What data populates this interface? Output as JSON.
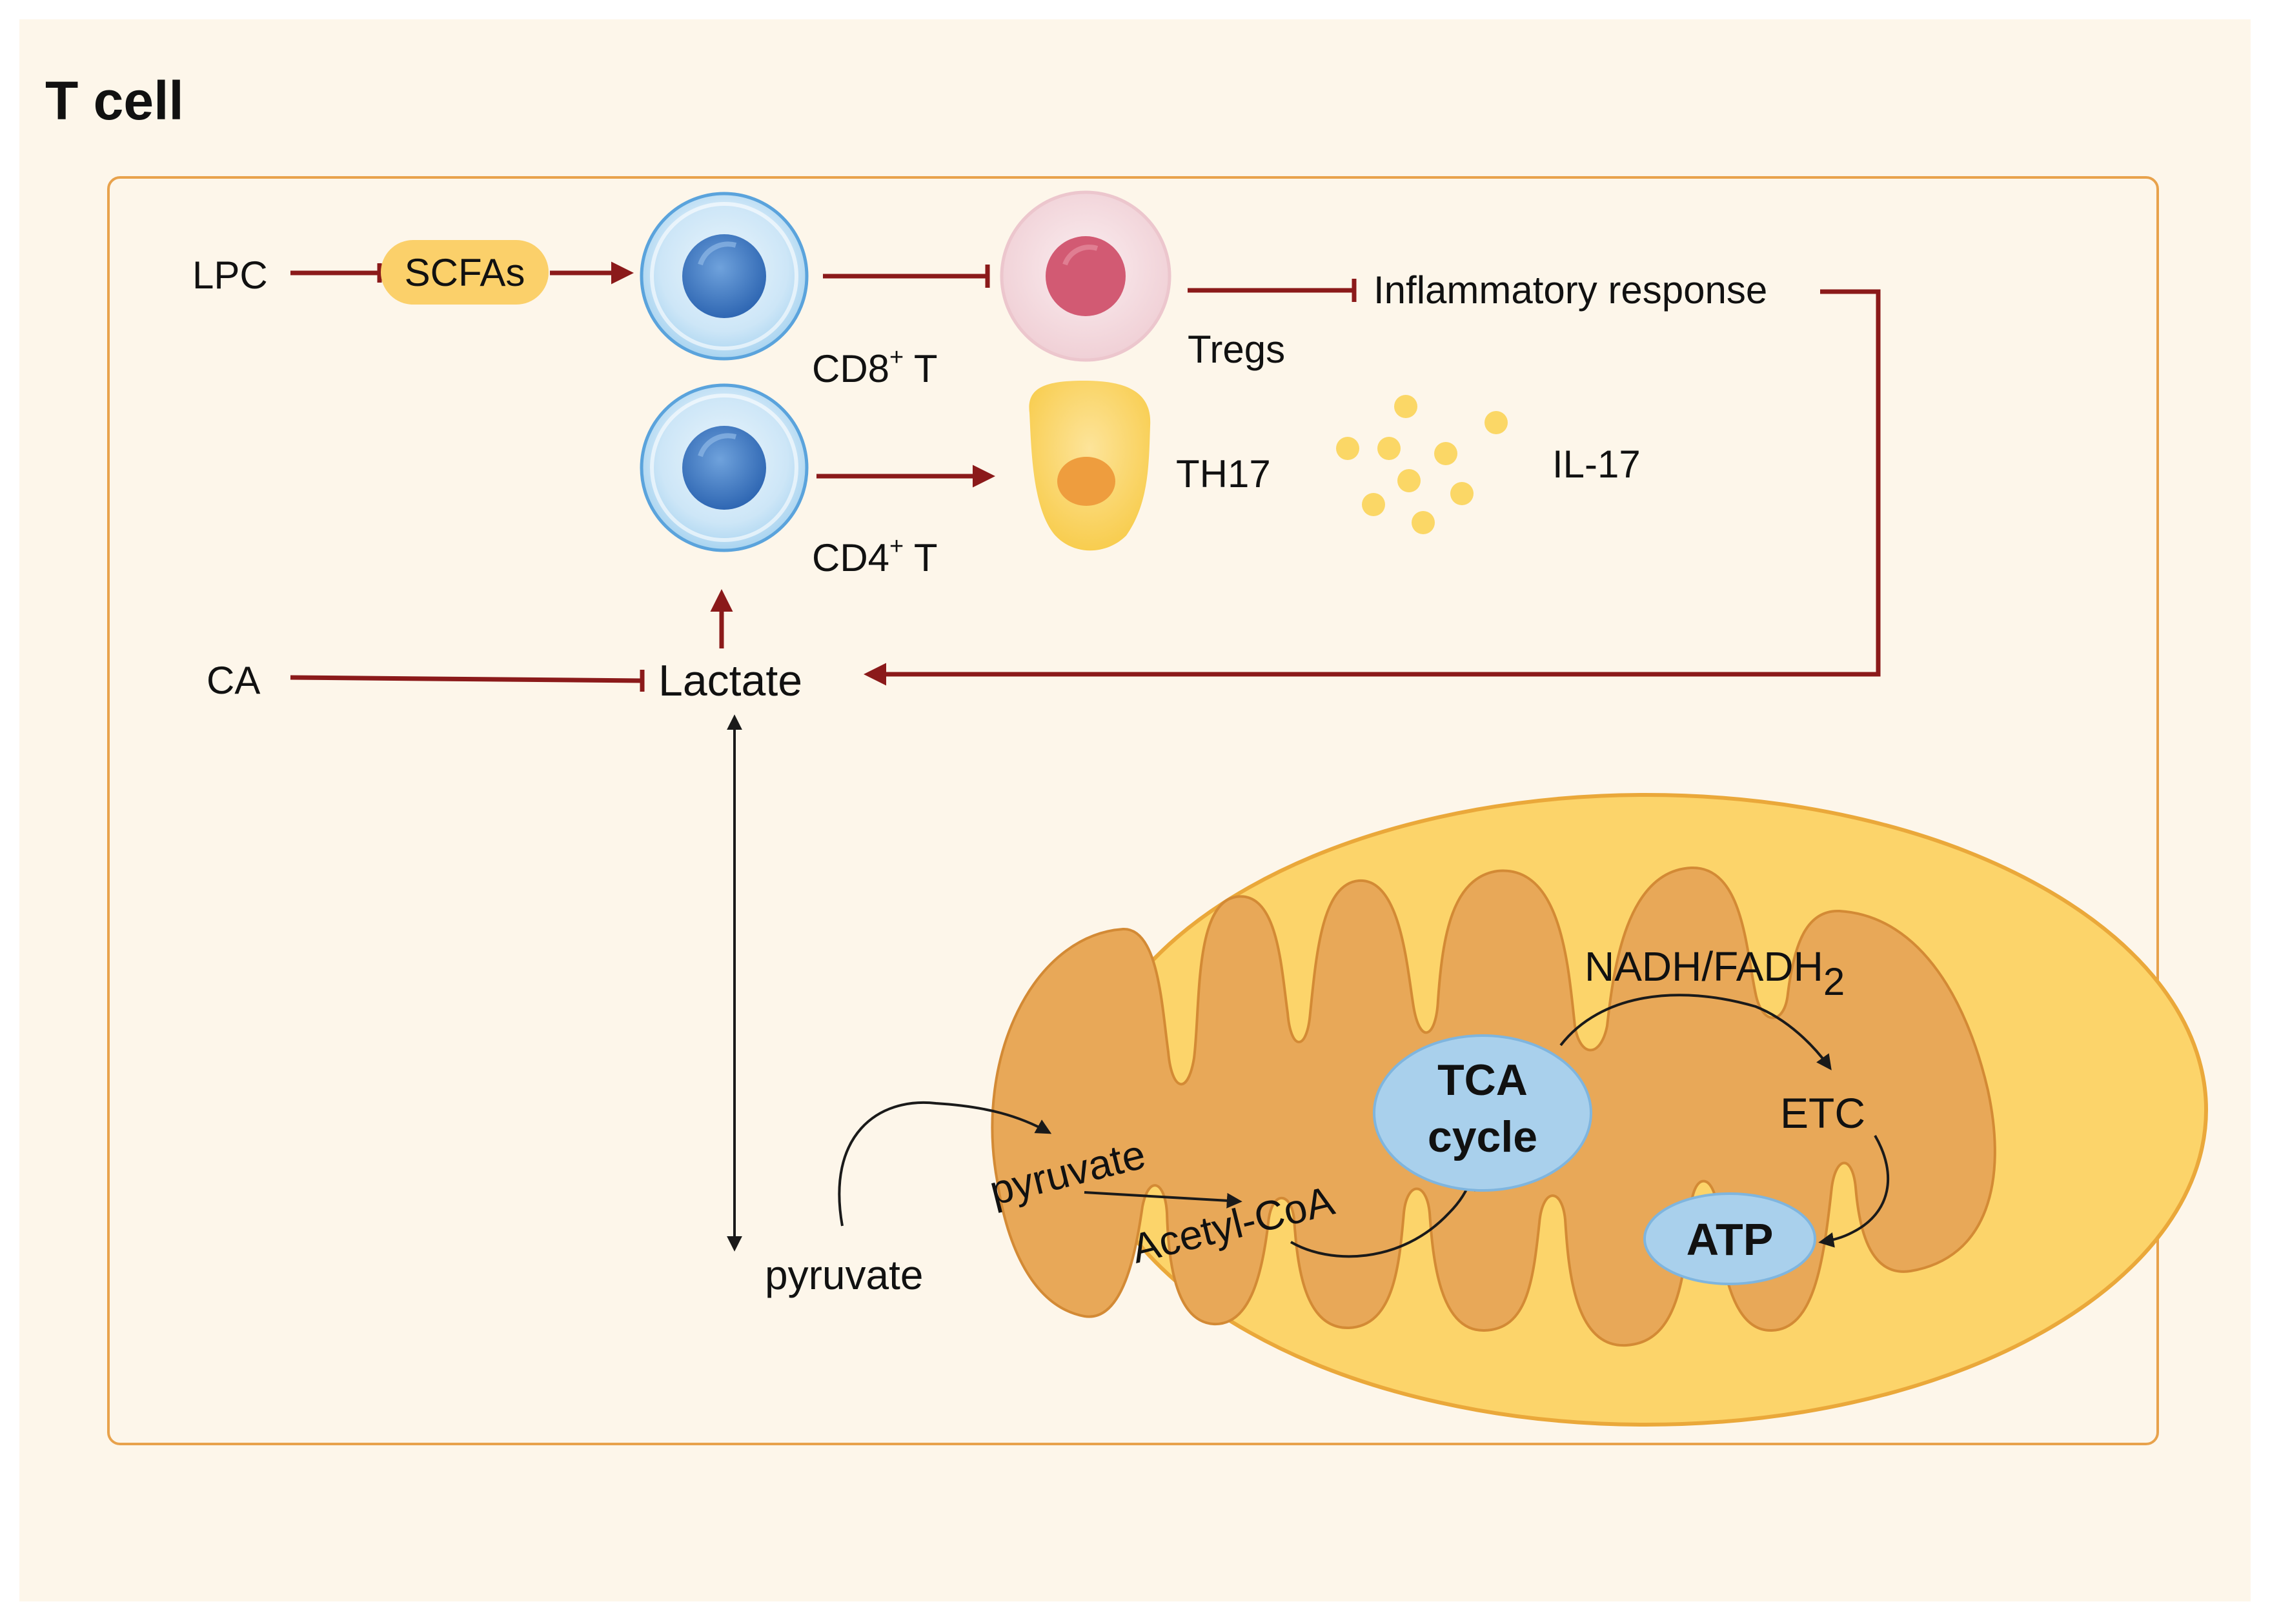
{
  "panel": {
    "title": "T cell",
    "background_color": "#fdf6ea",
    "frame_color": "#e8a24c"
  },
  "colors": {
    "arrow_red": "#8b1a1a",
    "arrow_black": "#1a1a1a",
    "t_cell_outer": "#cde6f7",
    "t_cell_nucleus": "#3b78c4",
    "treg_body": "#f5dde0",
    "treg_nucleus": "#d25a73",
    "th17_body": "#fbd766",
    "th17_nucleus": "#ee9d3e",
    "il17_dot": "#fbd766",
    "scfas_pill": "#fbd06a",
    "mito_outer": "#fcd46a",
    "mito_inner": "#e8a858",
    "blue_ellipse": "#a9d0ec"
  },
  "labels": {
    "lpc": "LPC",
    "scfas": "SCFAs",
    "cd8_main": "CD8",
    "cd8_sup": "+",
    "cd8_suffix": " T",
    "tregs": "Tregs",
    "inflammatory": "Inflammatory response",
    "cd4_main": "CD4",
    "cd4_sup": "+",
    "cd4_suffix": " T",
    "th17": "TH17",
    "il17": "IL-17",
    "ca": "CA",
    "lactate": "Lactate",
    "pyruvate_outside": "pyruvate",
    "pyruvate_inside": "pyruvate",
    "acetyl_coa": "Acetyl-CoA",
    "tca_line1": "TCA",
    "tca_line2": "cycle",
    "nadh": "NADH/FADH",
    "nadh_sub": "2",
    "etc": "ETC",
    "atp": "ATP"
  },
  "icons": {
    "cd8_cell": "t-cell-icon",
    "treg_cell": "treg-cell-icon",
    "cd4_cell": "t-cell-icon",
    "th17_cell": "th17-cell-icon",
    "il17": "cytokine-dots-icon",
    "mitochondrion": "mitochondrion-icon"
  }
}
